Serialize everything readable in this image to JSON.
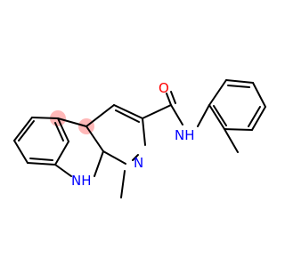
{
  "molecule": {
    "atoms": [
      {
        "id": "O",
        "label": "O",
        "color": "#ff0000"
      },
      {
        "id": "N2",
        "label": "N",
        "color": "#0000ff"
      },
      {
        "id": "NH_amide",
        "label": "NH",
        "color": "#0000ff"
      },
      {
        "id": "NH_ring",
        "label": "NH",
        "color": "#0000ff"
      }
    ],
    "highlight_color": "#ff9a9a",
    "bond_color": "#000000"
  }
}
